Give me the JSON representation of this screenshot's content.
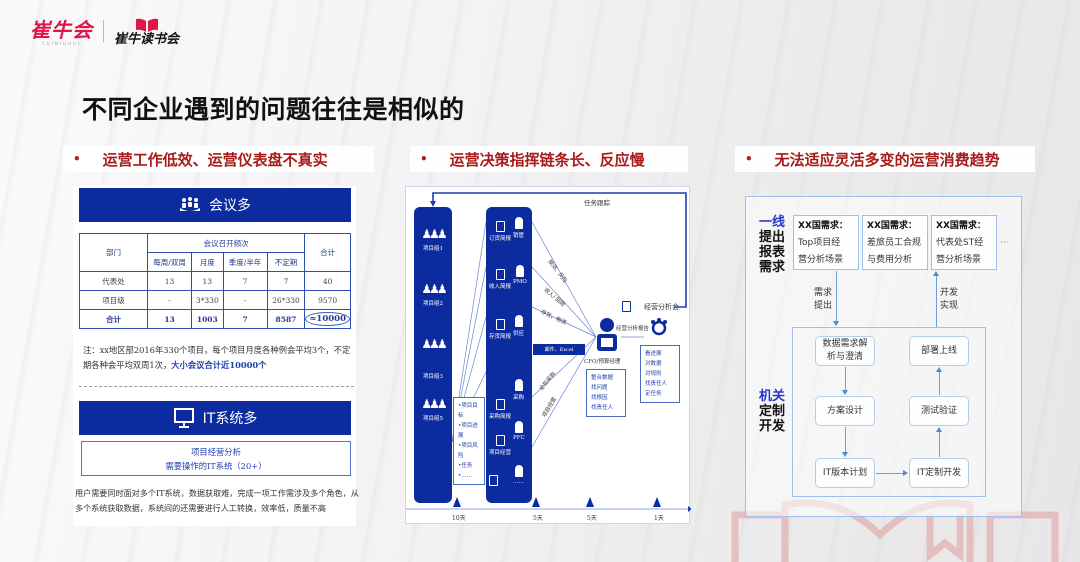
{
  "brand": {
    "logo_main": "崔牛会",
    "logo_sub": "CUINIUHUI",
    "logo_secondary": "崔牛读书会",
    "accent": "#e0164a"
  },
  "page_title": "不同企业遇到的问题往往是相似的",
  "sections": [
    {
      "bullet": "•",
      "title": "运营工作低效、运营仪表盘不真实"
    },
    {
      "bullet": "•",
      "title": "运营决策指挥链条长、反应慢"
    },
    {
      "bullet": "•",
      "title": "无法适应灵活多变的运营消费趋势"
    }
  ],
  "panel1": {
    "meetings_header": "会议多",
    "meetings_icon": "people-icon",
    "table": {
      "col_dept": "部门",
      "col_group": "会议召开频次",
      "col_total": "合计",
      "sub_cols": [
        "每周/双周",
        "月度",
        "季度/半年",
        "不定期"
      ],
      "rows": [
        {
          "dept": "代表处",
          "values": [
            "13",
            "13",
            "7",
            "7"
          ],
          "total": "40"
        },
        {
          "dept": "项目级",
          "values": [
            "-",
            "3*330",
            "-",
            "26*330"
          ],
          "total": "9570"
        }
      ],
      "total_row": {
        "dept": "合计",
        "values": [
          "13",
          "1003",
          "7",
          "8587"
        ],
        "total": "≈10000"
      }
    },
    "note_prefix": "注：xx地区部2016年330个项目，每个项目月度各种例会平均3个，不定期各种会平均双周1次，",
    "note_highlight": "大小会议合计近10000个",
    "it_header": "IT系统多",
    "it_icon": "monitor-icon",
    "it_box_line1": "项目经营分析",
    "it_box_line2": "需要操作的IT系统（20+）",
    "it_desc": "用户需要同时面对多个IT系统，数据获取难，完成一项工作需涉及多个角色，从多个系统获取数据，系统间的还需要进行人工转换，效率低，质量不高"
  },
  "panel2": {
    "task_tracking": "任务跟踪",
    "project_groups": [
      "项目组1",
      "项目组2",
      "项目组3",
      "项目组5"
    ],
    "reports": [
      "订货简报",
      "收入简报",
      "存货简报",
      "采购简报",
      "项目经营"
    ],
    "roles": [
      "销管",
      "PMO",
      "供应",
      "采购",
      "PFC",
      "……"
    ],
    "project_items": [
      "•项目目标",
      "•项目进展",
      "•项目风险",
      "•任务",
      "•……"
    ],
    "flow_labels": [
      "预测、风险",
      "收入/ 回款",
      "存货、物流",
      "全包采购",
      "项目经营"
    ],
    "mail_label": "邮件、Excel",
    "cfo_label": "CFO/预算经理",
    "cfo_items": [
      "整合数据",
      "找问题",
      "找根因",
      "找责任人"
    ],
    "report_label": "经营分析报告",
    "meeting_label": "经营分析会",
    "meeting_items": [
      "看进展",
      "对数据",
      "对规则",
      "找责任人",
      "定任务"
    ],
    "timeline": [
      "10天",
      "5天",
      "5天",
      "1天"
    ]
  },
  "panel3": {
    "frontline_label": [
      "一线",
      "提出",
      "报表",
      "需求"
    ],
    "hq_label": [
      "机关",
      "定制",
      "开发"
    ],
    "requests": [
      {
        "head": "XX国需求：",
        "line1": "Top项目经",
        "line2": "营分析场景"
      },
      {
        "head": "XX国需求：",
        "line1": "差旅员工合规",
        "line2": "与费用分析"
      },
      {
        "head": "XX国需求：",
        "line1": "代表处ST经",
        "line2": "营分析场景"
      }
    ],
    "more": "···",
    "submit_label": [
      "需求",
      "提出"
    ],
    "implement_label": [
      "开发",
      "实现"
    ],
    "steps": {
      "analysis": [
        "数据需求解",
        "析与澄清"
      ],
      "design": "方案设计",
      "plan": "IT版本计划",
      "develop": "IT定制开发",
      "test": "测试验证",
      "deploy": "部署上线"
    }
  }
}
